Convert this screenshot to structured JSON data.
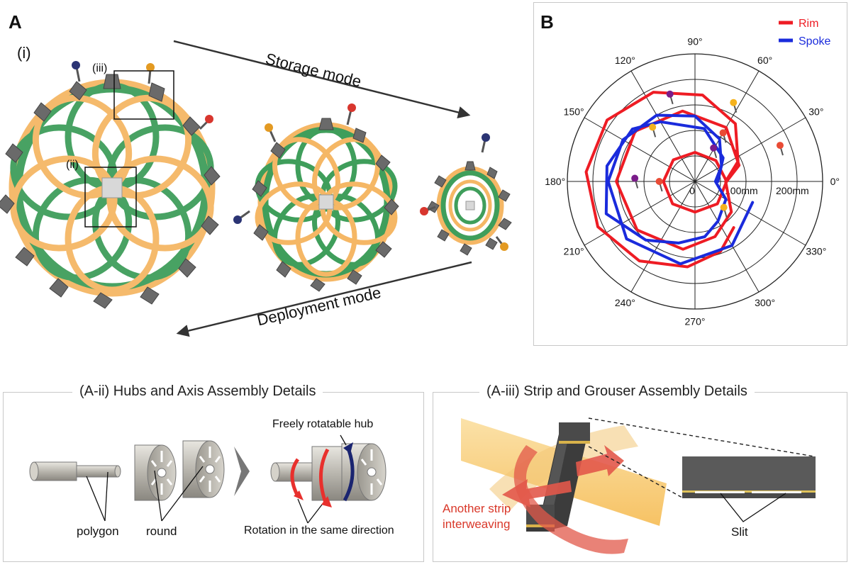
{
  "panel_a": {
    "letter": "A",
    "sublabel_i": "(i)",
    "sublabel_ii": "(ii)",
    "sublabel_iii": "(iii)",
    "storage_mode": "Storage mode",
    "deployment_mode": "Deployment mode"
  },
  "panel_b": {
    "letter": "B",
    "legend": [
      {
        "name": "Rim",
        "color": "#ee1c24"
      },
      {
        "name": "Spoke",
        "color": "#1a2bdc"
      }
    ],
    "angle_labels": [
      "0°",
      "30°",
      "60°",
      "90°",
      "120°",
      "150°",
      "180°",
      "210°",
      "240°",
      "270°",
      "300°",
      "330°"
    ],
    "radial_labels": [
      "0",
      "100mm",
      "200mm"
    ]
  },
  "chart_data": {
    "type": "polar-line",
    "radial_axis": {
      "range": [
        0,
        250
      ],
      "ticks": [
        0,
        100,
        200
      ],
      "unit": "mm"
    },
    "angular_axis": {
      "ticks_deg": [
        0,
        30,
        60,
        90,
        120,
        150,
        180,
        210,
        240,
        270,
        300,
        330
      ]
    },
    "series": [
      {
        "name": "Rim",
        "color": "#ee1c24",
        "points": [
          [
            0,
            62
          ],
          [
            45,
            58
          ],
          [
            90,
            57
          ],
          [
            135,
            60
          ],
          [
            180,
            62
          ],
          [
            225,
            62
          ],
          [
            270,
            60
          ],
          [
            315,
            62
          ],
          [
            360,
            62
          ],
          [
            380,
            92
          ],
          [
            420,
            122
          ],
          [
            460,
            140
          ],
          [
            500,
            153
          ],
          [
            540,
            154
          ],
          [
            580,
            148
          ],
          [
            620,
            135
          ],
          [
            650,
            115
          ],
          [
            680,
            93
          ],
          [
            720,
            60
          ],
          [
            745,
            93
          ],
          [
            775,
            138
          ],
          [
            805,
            170
          ],
          [
            835,
            193
          ],
          [
            865,
            210
          ],
          [
            895,
            214
          ],
          [
            925,
            210
          ],
          [
            955,
            190
          ],
          [
            985,
            168
          ],
          [
            1010,
            146
          ],
          [
            1030,
            118
          ]
        ]
      },
      {
        "name": "Spoke",
        "color": "#1a2bdc",
        "points": [
          [
            0,
            45
          ],
          [
            40,
            72
          ],
          [
            80,
            105
          ],
          [
            120,
            135
          ],
          [
            140,
            160
          ],
          [
            170,
            175
          ],
          [
            200,
            185
          ],
          [
            230,
            150
          ],
          [
            255,
            125
          ],
          [
            280,
            110
          ],
          [
            300,
            90
          ],
          [
            330,
            70
          ],
          [
            360,
            40
          ],
          [
            390,
            60
          ],
          [
            420,
            96
          ],
          [
            450,
            128
          ],
          [
            480,
            150
          ],
          [
            510,
            163
          ],
          [
            540,
            170
          ],
          [
            580,
            175
          ],
          [
            620,
            164
          ],
          [
            660,
            145
          ],
          [
            700,
            120
          ]
        ]
      }
    ],
    "markers": [
      {
        "angle": 106,
        "r": 178,
        "color": "#7a1c8a"
      },
      {
        "angle": 64,
        "r": 172,
        "color": "#f5b21c"
      },
      {
        "angle": 23,
        "r": 181,
        "color": "#e94b35"
      },
      {
        "angle": 128,
        "r": 135,
        "color": "#f5b21c"
      },
      {
        "angle": 60,
        "r": 110,
        "color": "#e94b35"
      },
      {
        "angle": 61,
        "r": 75,
        "color": "#7a1c8a"
      },
      {
        "angle": 177,
        "r": 118,
        "color": "#7a1c8a"
      },
      {
        "angle": 180,
        "r": 70,
        "color": "#e94b35"
      },
      {
        "angle": 318,
        "r": 76,
        "color": "#f5b21c"
      }
    ]
  },
  "panel_a_ii": {
    "title": "(A-ii) Hubs and Axis Assembly Details",
    "polygon": "polygon",
    "round": "round",
    "freely_rotatable_hub": "Freely rotatable hub",
    "rotation_same_direction": "Rotation in the same direction"
  },
  "panel_a_iii": {
    "title": "(A-iii) Strip and Grouser Assembly Details",
    "another_strip": "Another strip\ninterweaving",
    "slit": "Slit"
  },
  "colors": {
    "green_strip": "#3f9e5b",
    "orange_strip": "#f5b765",
    "grouser": "#5e5e5e",
    "red_arrow": "#e8302d",
    "blue_arrow": "#1a2470"
  }
}
